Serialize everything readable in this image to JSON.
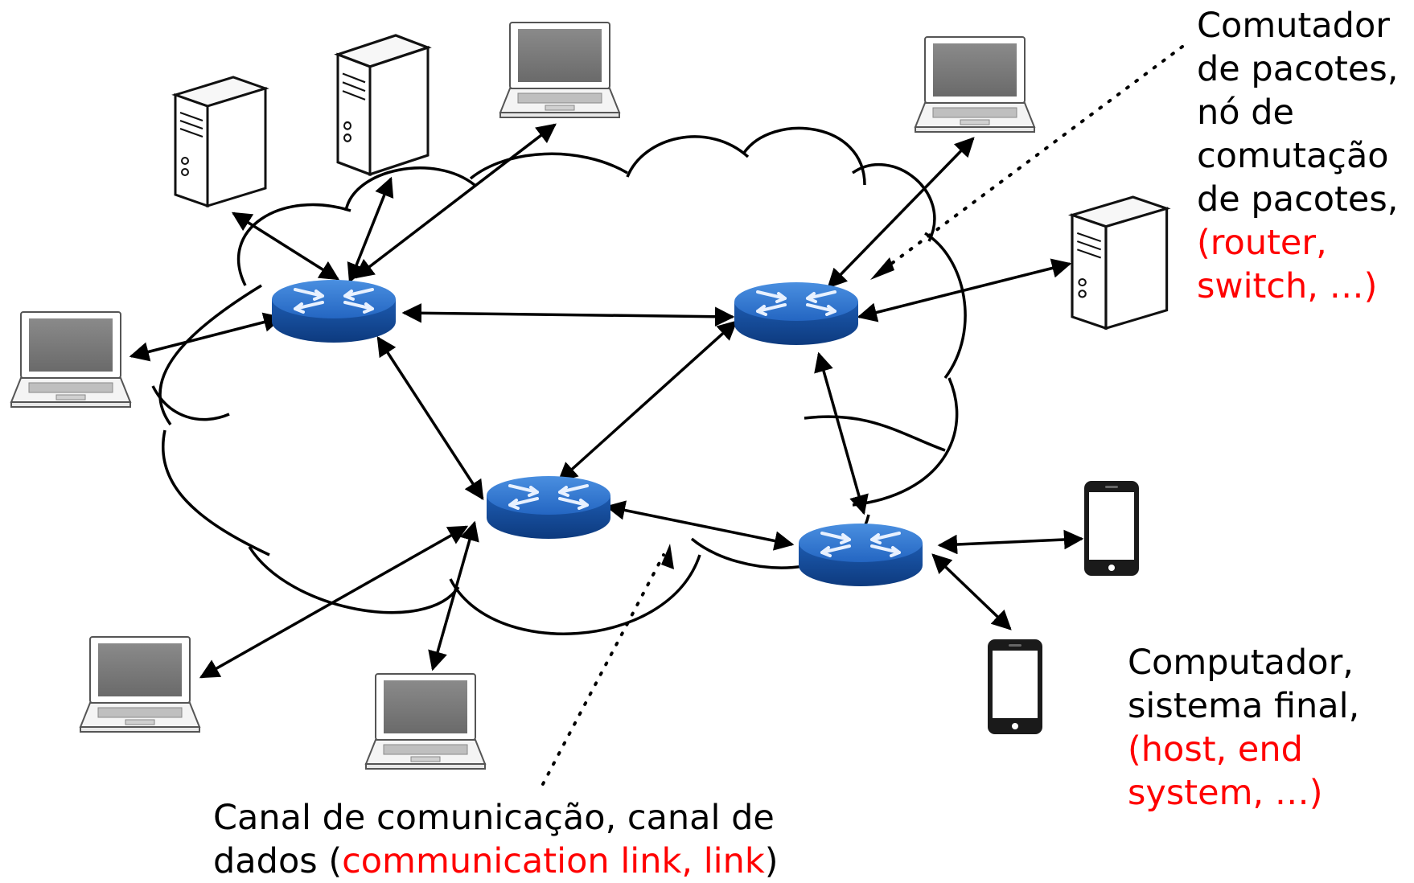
{
  "labels": {
    "switch": {
      "line1": "Comutador",
      "line2": "de pacotes,",
      "line3": "nó de",
      "line4": "comutação",
      "line5": "de pacotes,",
      "line6": "(router,",
      "line7": "switch, …)"
    },
    "host": {
      "line1": "Computador,",
      "line2": "sistema final,",
      "line3": "(host, end",
      "line4": "system, …)"
    },
    "link": {
      "line1": "Canal de comunicação, canal de",
      "line2_prefix": "dados (",
      "line2_red": "communication link, link",
      "line2_suffix": ")"
    }
  },
  "colors": {
    "highlight": "#ff0000",
    "router_blue": "#1f5fb0",
    "text": "#000000"
  },
  "icons": [
    "router-icon",
    "laptop-icon",
    "server-icon",
    "smartphone-icon"
  ]
}
